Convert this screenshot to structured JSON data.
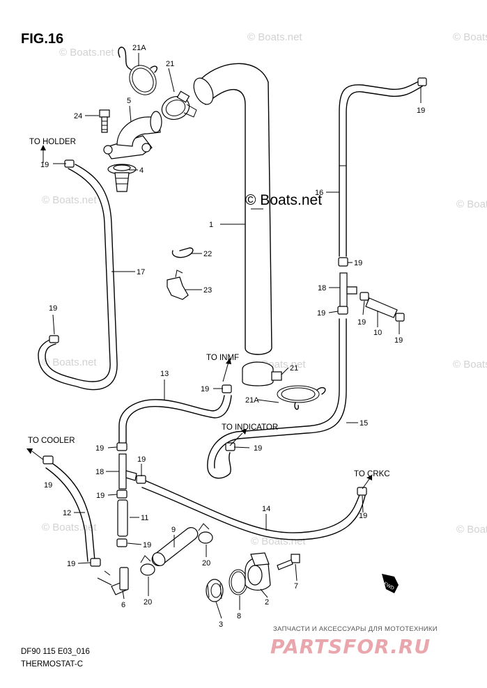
{
  "figure": {
    "title": "FIG.16"
  },
  "watermarks": {
    "small": "© Boats.net",
    "center": "© Boats.net"
  },
  "directions": {
    "to_holder": "TO HOLDER",
    "to_inmf": "TO INMF",
    "to_indicator": "TO INDICATOR",
    "to_cooler": "TO COOLER",
    "to_crkc": "TO CRKC"
  },
  "callouts": {
    "c21a_top": "21A",
    "c21_top": "21",
    "c5": "5",
    "c24": "24",
    "c4": "4",
    "c19_a": "19",
    "c19_b": "19",
    "c19_c": "19",
    "c19_d": "19",
    "c19_e": "19",
    "c19_f": "19",
    "c19_g": "19",
    "c19_h": "19",
    "c19_i": "19",
    "c19_j": "19",
    "c19_k": "19",
    "c19_l": "19",
    "c19_m": "19",
    "c19_n": "19",
    "c16": "16",
    "c1": "1",
    "c22": "22",
    "c23": "23",
    "c17": "17",
    "c18_r": "18",
    "c10": "10",
    "c21_bot": "21",
    "c21a_bot": "21A",
    "c13": "13",
    "c15": "15",
    "c18_l": "18",
    "c11": "11",
    "c12": "12",
    "c14": "14",
    "c9": "9",
    "c20_a": "20",
    "c20_b": "20",
    "c6": "6",
    "c3": "3",
    "c8": "8",
    "c2": "2",
    "c7": "7"
  },
  "fwd_label": "FWD",
  "footer": {
    "code": "DF90 115 E03_016",
    "caption": "THERMOSTAT-C",
    "ru_text": "ЗАПЧАСТИ И АКСЕССУАРЫ ДЛЯ МОТОТЕХНИКИ",
    "logo_text": "PARTSFOR.RU"
  }
}
